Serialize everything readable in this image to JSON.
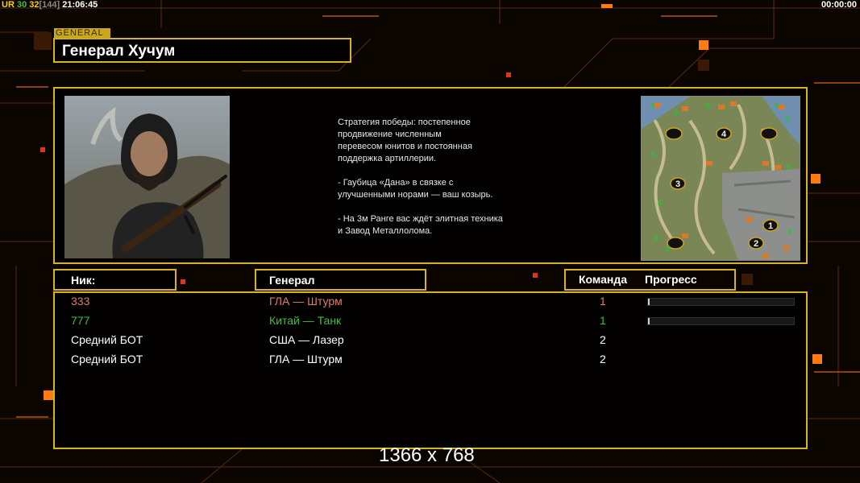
{
  "hud": {
    "ur_label": "UR",
    "val1": "30",
    "val2": "32",
    "bracket": "[144]",
    "clock": "21:06:45",
    "timer": "00:00:00"
  },
  "general": {
    "tag": "GENERAL",
    "title": "Генерал Хучум",
    "description": "Стратегия победы: постепенное\nпродвижение численным\nперевесом юнитов и постоянная\nподдержка артиллерии.\n\n- Гаубица «Дана» в связке с\nулучшенными норами — ваш козырь.\n\n- На 3м Ранге вас ждёт элитная техника\nи Завод Металлолома.",
    "minimap_labels": [
      "1",
      "2",
      "3",
      "4"
    ]
  },
  "table": {
    "headers": {
      "nick": "Ник:",
      "general": "Генерал",
      "team": "Команда",
      "progress": "Прогресс"
    },
    "rows": [
      {
        "nick": "333",
        "general": "ГЛА — Штурм",
        "team": "1",
        "color": "#e07a6a",
        "progress": 0.01
      },
      {
        "nick": "777",
        "general": "Китай — Танк",
        "team": "1",
        "color": "#3fbf3f",
        "progress": 0.01
      },
      {
        "nick": "Средний БОТ",
        "general": "США — Лазер",
        "team": "2",
        "color": "#ffffff"
      },
      {
        "nick": "Средний БОТ",
        "general": "ГЛА — Штурм",
        "team": "2",
        "color": "#ffffff"
      }
    ]
  },
  "resolution": "1366 x 768",
  "colors": {
    "frame": "#d9b21f",
    "hud_ur": "#ffd000",
    "hud_v1": "#3fbf3f",
    "hud_v2": "#ffd000",
    "hud_bracket": "#888888"
  }
}
